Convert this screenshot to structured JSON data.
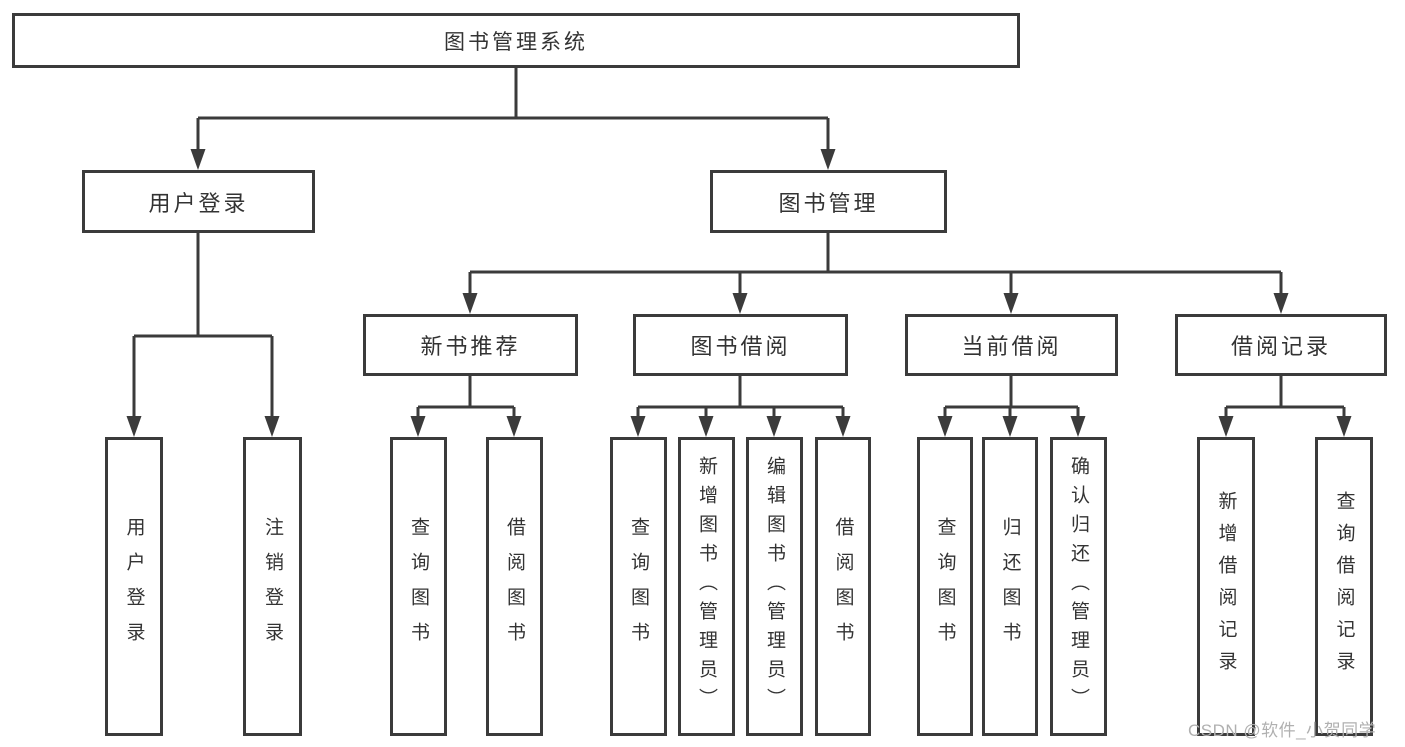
{
  "tree": {
    "label": "图书管理系统",
    "children": [
      {
        "label": "用户登录",
        "children": [
          {
            "label": "用户登录"
          },
          {
            "label": "注销登录"
          }
        ]
      },
      {
        "label": "图书管理",
        "children": [
          {
            "label": "新书推荐",
            "children": [
              {
                "label": "查询图书"
              },
              {
                "label": "借阅图书"
              }
            ]
          },
          {
            "label": "图书借阅",
            "children": [
              {
                "label": "查询图书"
              },
              {
                "label": "新增图书（管理员）"
              },
              {
                "label": "编辑图书（管理员）"
              },
              {
                "label": "借阅图书"
              }
            ]
          },
          {
            "label": "当前借阅",
            "children": [
              {
                "label": "查询图书"
              },
              {
                "label": "归还图书"
              },
              {
                "label": "确认归还（管理员）"
              }
            ]
          },
          {
            "label": "借阅记录",
            "children": [
              {
                "label": "新增借阅记录"
              },
              {
                "label": "查询借阅记录"
              }
            ]
          }
        ]
      }
    ]
  },
  "watermark": {
    "text": "CSDN @软件_小贺同学",
    "color": "#b0b0b0"
  },
  "colors": {
    "line": "#3b3b3b",
    "box_border": "#3b3b3b",
    "box_fill": "#ffffff",
    "text": "#333333",
    "background": "#ffffff"
  }
}
